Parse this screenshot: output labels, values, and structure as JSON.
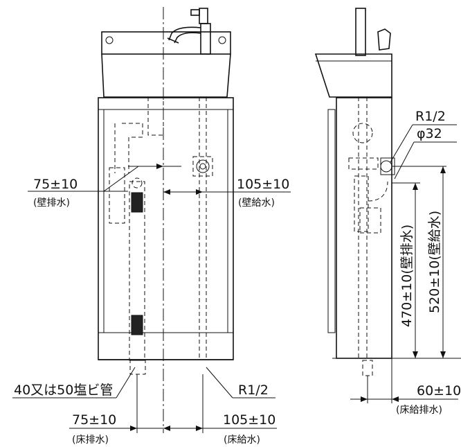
{
  "front_view": {
    "wall_drain": {
      "value": "75±10",
      "note": "(壁排水)"
    },
    "wall_supply": {
      "value": "105±10",
      "note": "(壁給水)"
    },
    "pipe_note": "40又は50塩ビ管",
    "thread_note": "R1/2",
    "floor_drain": {
      "value": "75±10",
      "note": "(床排水)"
    },
    "floor_supply": {
      "value": "105±10",
      "note": "(床給水)"
    }
  },
  "side_view": {
    "thread_note": "R1/2",
    "diameter_note": "φ32",
    "drain_height": "470±10(壁排水)",
    "supply_height": "520±10(壁給水)",
    "floor_offset": {
      "value": "60±10",
      "note": "(床給排水)"
    }
  }
}
